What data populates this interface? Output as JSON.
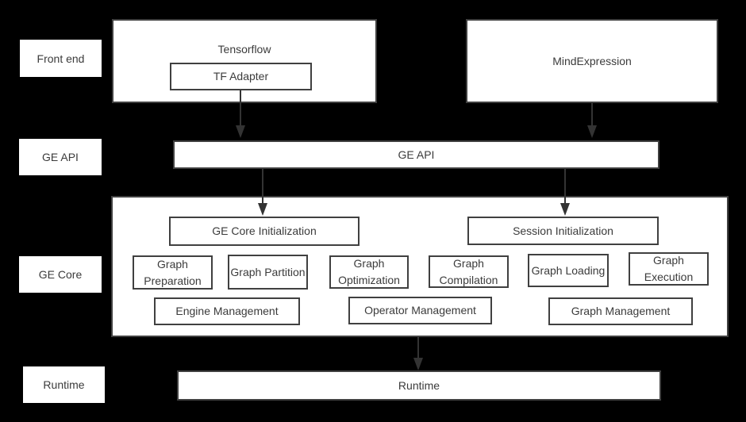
{
  "colors": {
    "background": "#000000",
    "box_fill": "#ffffff",
    "box_border": "#404040",
    "text": "#3b3b3b",
    "arrow": "#333333"
  },
  "layer_labels": {
    "front_end": "Front end",
    "ge_api": "GE API",
    "ge_core": "GE Core",
    "runtime": "Runtime"
  },
  "front_end": {
    "tensorflow": "Tensorflow",
    "tf_adapter": "TF Adapter",
    "mind_expression": "MindExpression"
  },
  "ge_api": {
    "bar": "GE API"
  },
  "ge_core": {
    "init": [
      "GE Core Initialization",
      "Session Initialization"
    ],
    "functions": [
      "Graph Preparation",
      "Graph Partition",
      "Graph Optimization",
      "Graph Compilation",
      "Graph Loading",
      "Graph Execution"
    ],
    "management": [
      "Engine Management",
      "Operator Management",
      "Graph Management"
    ]
  },
  "runtime": {
    "bar": "Runtime"
  }
}
